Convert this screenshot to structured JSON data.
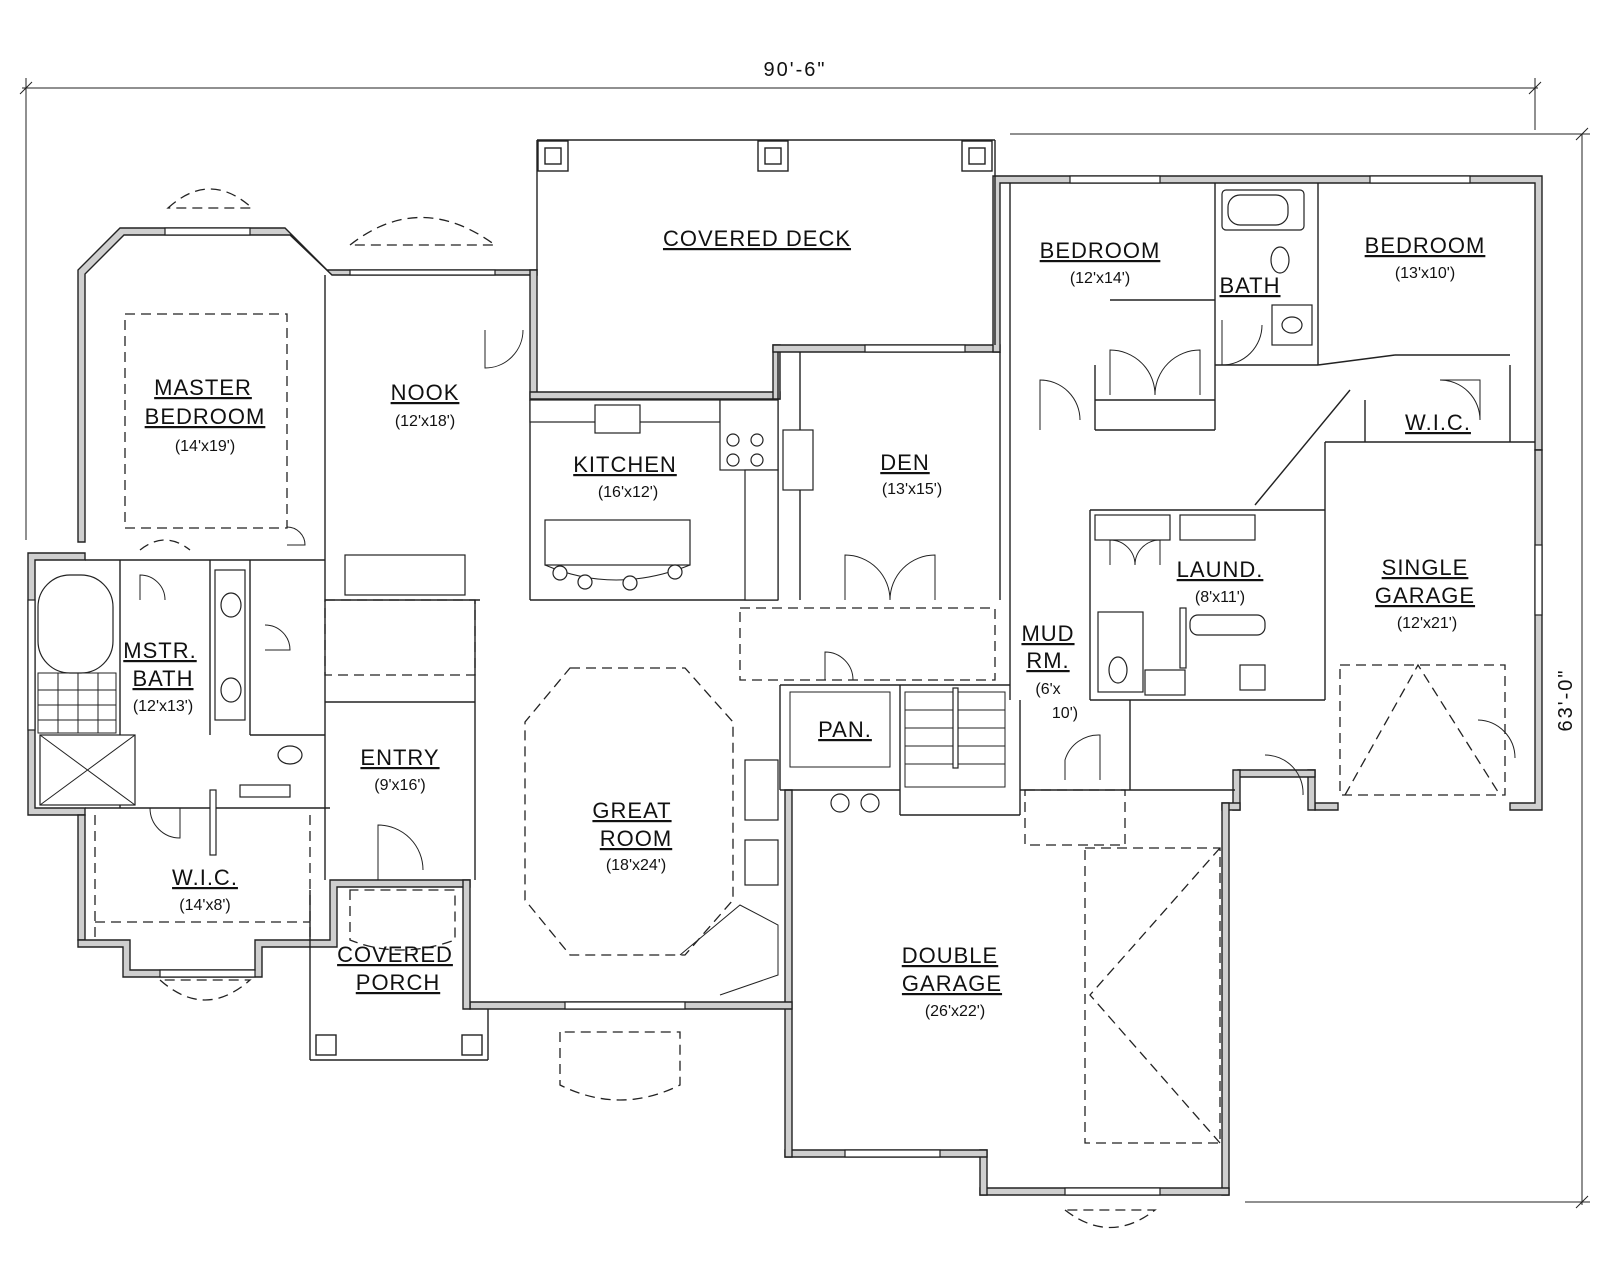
{
  "dimensions": {
    "width": "90'-6\"",
    "depth": "63'-0\""
  },
  "rooms": {
    "covered_deck": {
      "name": "COVERED DECK"
    },
    "master_bedroom": {
      "name_line1": "MASTER",
      "name_line2": "BEDROOM",
      "size": "(14'x19')"
    },
    "nook": {
      "name": "NOOK",
      "size": "(12'x18')"
    },
    "kitchen": {
      "name": "KITCHEN",
      "size": "(16'x12')"
    },
    "den": {
      "name": "DEN",
      "size": "(13'x15')"
    },
    "bedroom_2": {
      "name": "BEDROOM",
      "size": "(12'x14')"
    },
    "bath": {
      "name": "BATH"
    },
    "bedroom_3": {
      "name": "BEDROOM",
      "size": "(13'x10')"
    },
    "wic_upper": {
      "name": "W.I.C."
    },
    "master_bath": {
      "name_line1": "MSTR.",
      "name_line2": "BATH",
      "size": "(12'x13')"
    },
    "entry": {
      "name": "ENTRY",
      "size": "(9'x16')"
    },
    "great_room": {
      "name_line1": "GREAT",
      "name_line2": "ROOM",
      "size": "(18'x24')"
    },
    "wic_master": {
      "name": "W.I.C.",
      "size": "(14'x8')"
    },
    "covered_porch": {
      "name_line1": "COVERED",
      "name_line2": "PORCH"
    },
    "pantry": {
      "name": "PAN."
    },
    "laundry": {
      "name": "LAUND.",
      "size": "(8'x11')"
    },
    "mud_room": {
      "name_line1": "MUD",
      "name_line2": "RM.",
      "size_line1": "(6'x",
      "size_line2": "10')"
    },
    "single_garage": {
      "name_line1": "SINGLE",
      "name_line2": "GARAGE",
      "size": "(12'x21')"
    },
    "double_garage": {
      "name_line1": "DOUBLE",
      "name_line2": "GARAGE",
      "size": "(26'x22')"
    }
  },
  "colors": {
    "wall_fill": "#cfcfcf",
    "line": "#222222",
    "background": "#ffffff"
  }
}
